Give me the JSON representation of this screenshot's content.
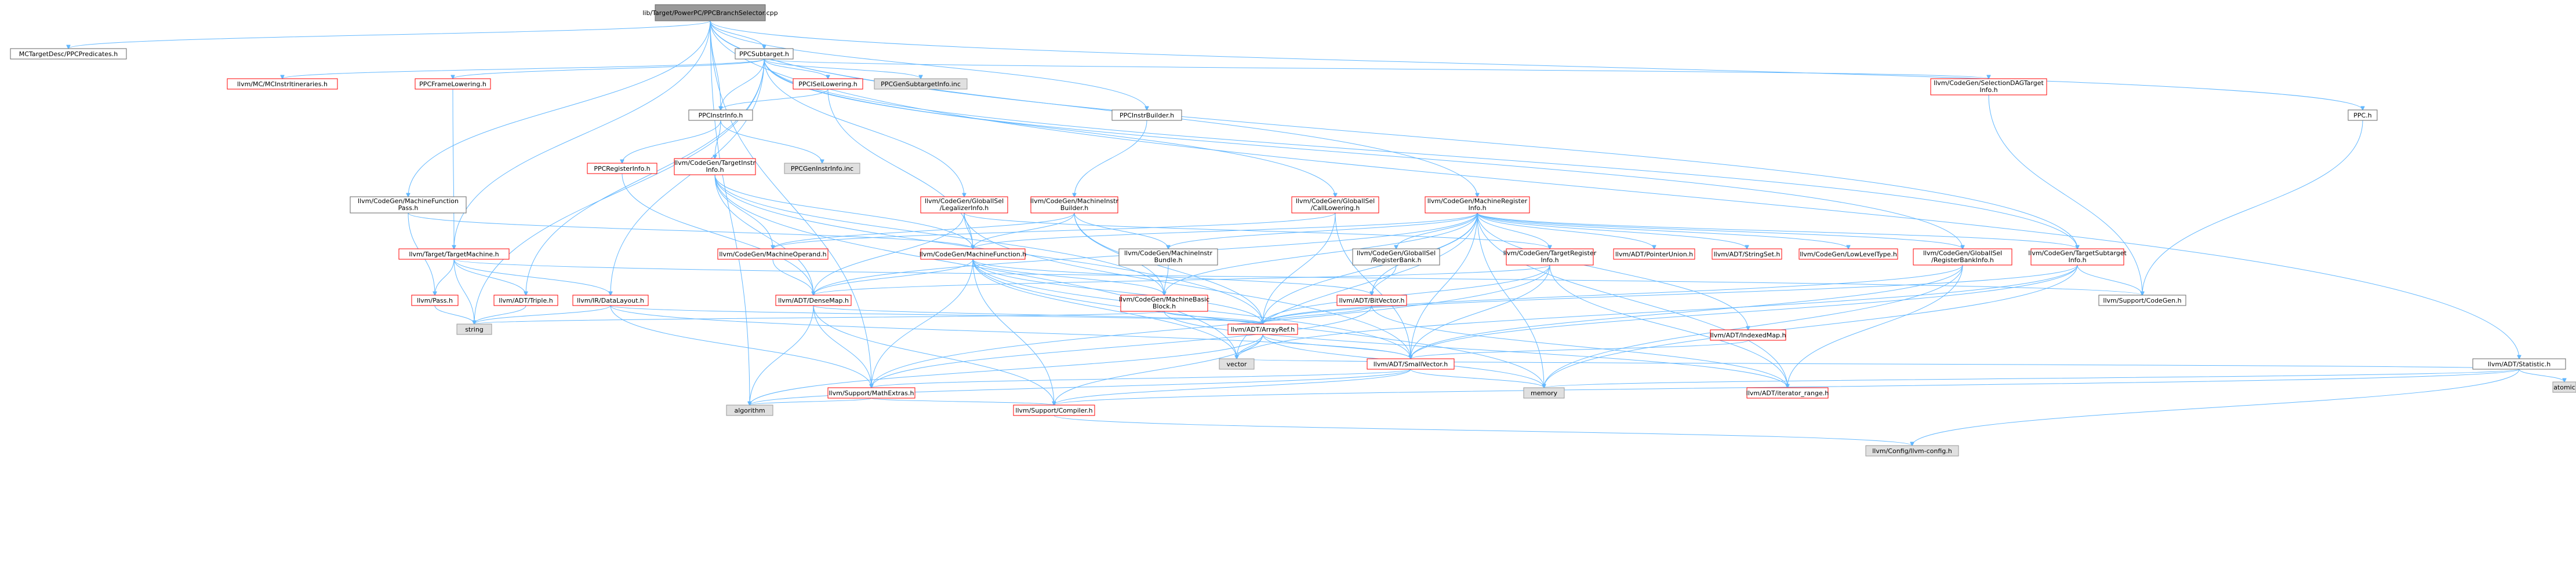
{
  "colors": {
    "root_fill": "#999999",
    "root_stroke": "#666666",
    "node_fill": "#ffffff",
    "node_stroke": "#666666",
    "red_stroke": "#ff0000",
    "grey_fill": "#e0e0e0",
    "grey_stroke": "#999999",
    "edge": "#63b8ff"
  },
  "nodes": {
    "root": "lib/Target/PowerPC/PPCBranchSelector.cpp",
    "ppcpredicates": "MCTargetDesc/PPCPredicates.h",
    "ppcsubtarget": "PPCSubtarget.h",
    "mcinstritineraries": "llvm/MC/MCInstrItineraries.h",
    "ppcframelowering": "PPCFrameLowering.h",
    "ppcisellowering": "PPCISelLowering.h",
    "ppcgensubtargetinfo": "PPCGenSubtargetInfo.inc",
    "ppcinstrbuilder": "PPCInstrBuilder.h",
    "selectiondagtargetinfo": "llvm/CodeGen/SelectionDAGTarget Info.h",
    "ppch": "PPC.h",
    "statistic": "llvm/ADT/Statistic.h",
    "ppcinstrinfo": "PPCInstrInfo.h",
    "ppcregisterinfo": "PPCRegisterInfo.h",
    "targetinstrinfo": "llvm/CodeGen/TargetInstr Info.h",
    "ppcgeninstrinfo": "PPCGenInstrInfo.inc",
    "machinefunctionpass": "llvm/CodeGen/MachineFunction Pass.h",
    "legalizerinfo": "llvm/CodeGen/GlobalISel /LegalizerInfo.h",
    "machineinstrbuilder": "llvm/CodeGen/MachineInstr Builder.h",
    "calllowering": "llvm/CodeGen/GlobalISel /CallLowering.h",
    "machineregisterinfo": "llvm/CodeGen/MachineRegister Info.h",
    "targetmachine": "llvm/Target/TargetMachine.h",
    "machineoperand": "llvm/CodeGen/MachineOperand.h",
    "machinefunction": "llvm/CodeGen/MachineFunction.h",
    "machineinstrbundle": "llvm/CodeGen/MachineInstr Bundle.h",
    "registerbank": "llvm/CodeGen/GlobalISel /RegisterBank.h",
    "targetregisterinfo": "llvm/CodeGen/TargetRegister Info.h",
    "pointerunion": "llvm/ADT/PointerUnion.h",
    "stringset": "llvm/ADT/StringSet.h",
    "lowleveltype": "llvm/CodeGen/LowLevelType.h",
    "registerbankinfo": "llvm/CodeGen/GlobalISel /RegisterBankInfo.h",
    "targetsubtargetinfo": "llvm/CodeGen/TargetSubtarget Info.h",
    "pass": "llvm/Pass.h",
    "triple": "llvm/ADT/Triple.h",
    "datalayout": "llvm/IR/DataLayout.h",
    "densemap": "llvm/ADT/DenseMap.h",
    "machinebasicblock": "llvm/CodeGen/MachineBasic Block.h",
    "bitvector": "llvm/ADT/BitVector.h",
    "codegen": "llvm/Support/CodeGen.h",
    "string": "string",
    "arrayref": "llvm/ADT/ArrayRef.h",
    "indexedmap": "llvm/ADT/IndexedMap.h",
    "vector": "vector",
    "smallvector": "llvm/ADT/SmallVector.h",
    "atomic": "atomic",
    "mathextras": "llvm/Support/MathExtras.h",
    "memory": "memory",
    "iterator_range": "llvm/ADT/iterator_range.h",
    "algorithm": "algorithm",
    "compiler": "llvm/Support/Compiler.h",
    "llvmconfig": "llvm/Config/llvm-config.h"
  }
}
